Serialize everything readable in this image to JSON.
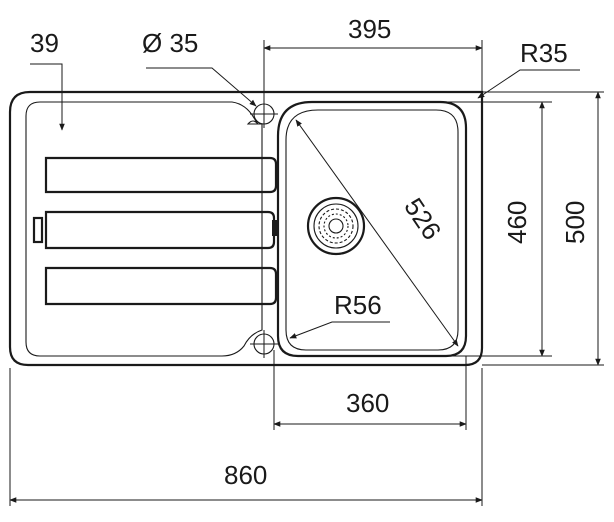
{
  "labels": {
    "drainer_offset": "39",
    "tap_hole": "Ø 35",
    "bowl_offset": "395",
    "corner_radius": "R35",
    "bowl_diagonal": "526",
    "bowl_depth": "460",
    "overall_depth": "500",
    "bowl_radius": "R56",
    "bowl_width": "360",
    "overall_width": "860"
  },
  "colors": {
    "line": "#1a1a1a",
    "background": "#ffffff"
  },
  "icons": {
    "waste_outlet": "strainer-icon",
    "tap_hole": "crosshair-circle-icon"
  }
}
